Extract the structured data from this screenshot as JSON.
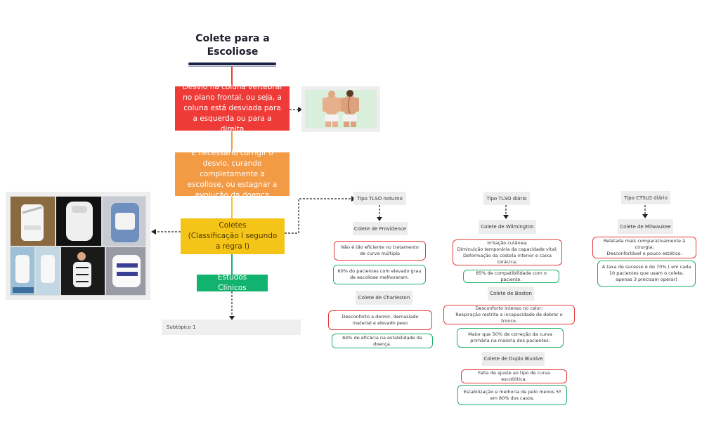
{
  "title": "Colete para a\nEscoliose",
  "main_nodes": {
    "definition": "Desvio na coluna vertebral no plano frontal, ou seja, a coluna está desviada para a esquerda ou para a direita",
    "need": "É necessário corrigir o desvio, curando completamente a escoliose, ou estagnar a evolução da doença",
    "braces": "Coletes\n(Classificação l segundo a regra l)",
    "studies": "Estudos Clínicos"
  },
  "subtopic": "Subtópico 1",
  "columns": {
    "tlso_noturno": {
      "label": "Tipo TLSO noturno",
      "providence": {
        "label": "Colete de Providence",
        "con": "Não é tão eficiente no tratamento de curva múltipla",
        "pro": "60% do pacientes com elevado grau de escoliose melhoraram."
      },
      "charleston": {
        "label": "Colete de Charleston",
        "con": "Desconforto a dormir, demasiado material e elevado peso",
        "pro": "84% de eficácia na estabilidade da doença."
      }
    },
    "tlso_diario": {
      "label": "Tipo TLSO diário",
      "wilmington": {
        "label": "Colete de Wilmington",
        "con": "Irritação cutânea;\nDiminuição temporária da capacidade vital;\nDeformação da costela inferior e caixa torácica;",
        "pro": "85% de compatibilidade com o paciente."
      },
      "boston": {
        "label": "Colete de Boston",
        "con": "Desconforto intenso no calor;\nRespiração restrita e incapacidade de dobrar o tronco.",
        "pro": "Maior que 50% de correção da curva primária na maioria dos pacientes."
      },
      "duplo_bivalve": {
        "label": "Colete de Duplo Bivalve",
        "con": "Falta de ajuste ao tipo de curva escoliótica.",
        "pro": "Estabilização e melhoria de pelo menos 5º em 80% dos casos."
      }
    },
    "ctslo_diario": {
      "label": "Tipo CTSLO diário",
      "milwaukee": {
        "label": "Colete de Milwaukee",
        "con": "Relatada mais comparativamente à cirurgia;\nDesconfortável e pouco estético.",
        "pro": "A taxa de sucesso é de 70% ( em cada 10 pacientes que usam o colete, apenas 3 precisam operar)"
      }
    }
  },
  "colors": {
    "red": "#ee3b37",
    "orange": "#f39a45",
    "yellow": "#f5c419",
    "green": "#12b36e",
    "con_border": "#e23a3a",
    "pro_border": "#1fae6a"
  }
}
